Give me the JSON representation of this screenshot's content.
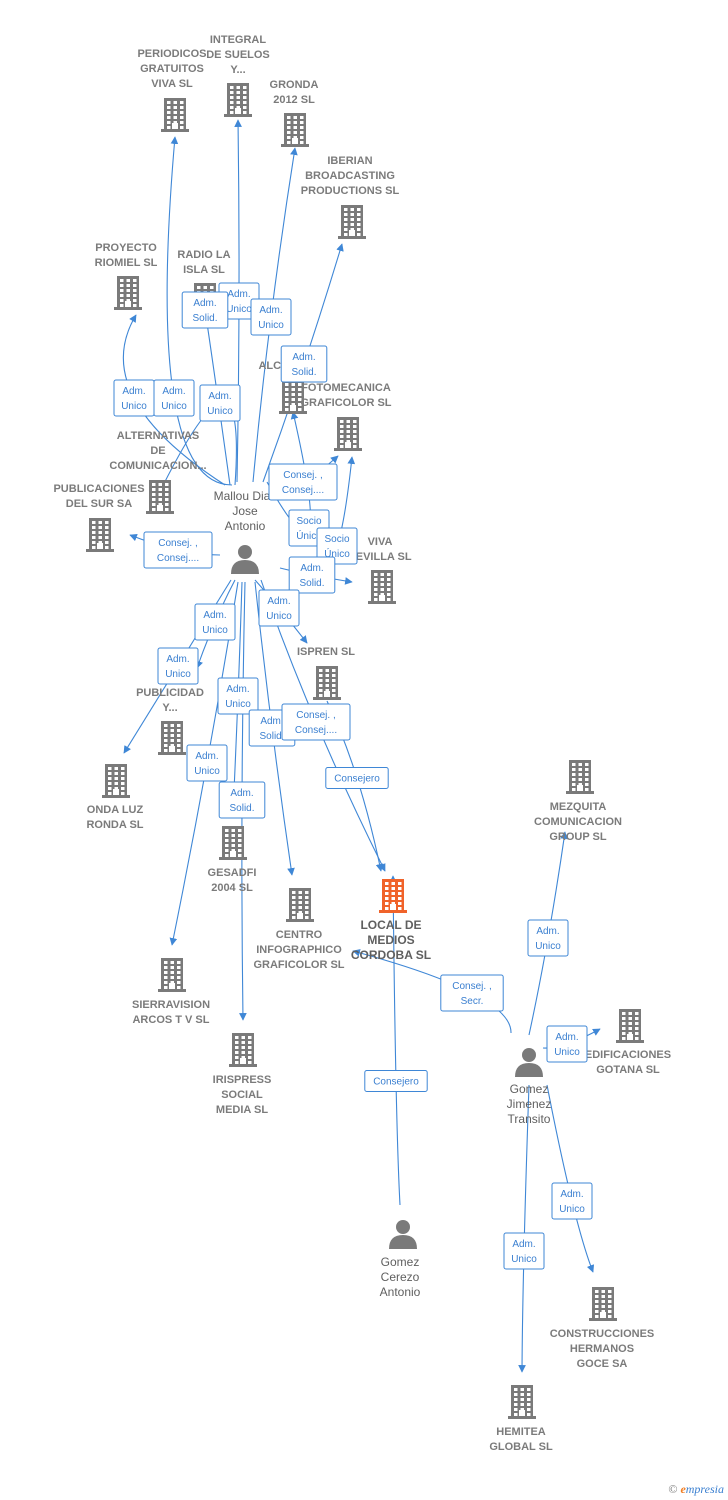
{
  "companies": [
    {
      "id": "periodicos",
      "lines": [
        "PERIODICOS",
        "GRATUITOS",
        "VIVA SL"
      ]
    },
    {
      "id": "integral",
      "lines": [
        "INTEGRAL",
        "DE SUELOS",
        "Y..."
      ]
    },
    {
      "id": "gronda",
      "lines": [
        "GRONDA",
        "2012 SL"
      ]
    },
    {
      "id": "iberian",
      "lines": [
        "IBERIAN",
        "BROADCASTING",
        "PRODUCTIONS SL"
      ]
    },
    {
      "id": "proyecto",
      "lines": [
        "PROYECTO",
        "RIOMIEL SL"
      ]
    },
    {
      "id": "radio",
      "lines": [
        "RADIO LA",
        "ISLA  SL"
      ]
    },
    {
      "id": "alce",
      "lines": [
        "ALCE..."
      ]
    },
    {
      "id": "fotomecanica",
      "lines": [
        "FOTOMECANICA",
        "GRAFICOLOR SL"
      ]
    },
    {
      "id": "alternativas",
      "lines": [
        "ALTERNATIVAS",
        "DE",
        "COMUNICACION..."
      ]
    },
    {
      "id": "publicaciones",
      "lines": [
        "PUBLICACIONES",
        "DEL SUR SA"
      ]
    },
    {
      "id": "viva_sevilla",
      "lines": [
        "VIVA",
        "SEVILLA SL"
      ]
    },
    {
      "id": "ispren",
      "lines": [
        "ISPREN  SL"
      ]
    },
    {
      "id": "t_publicidad",
      "lines": [
        "T...",
        "PUBLICIDAD",
        "Y..."
      ]
    },
    {
      "id": "onda",
      "lines": [
        "ONDA LUZ",
        "RONDA SL"
      ]
    },
    {
      "id": "gesadfi",
      "lines": [
        "GESADFI",
        "2004 SL"
      ]
    },
    {
      "id": "centro",
      "lines": [
        "CENTRO",
        "INFOGRAPHICO",
        "GRAFICOLOR SL"
      ]
    },
    {
      "id": "local",
      "lines": [
        "LOCAL DE",
        "MEDIOS",
        "CORDOBA  SL"
      ]
    },
    {
      "id": "mezquita",
      "lines": [
        "MEZQUITA",
        "COMUNICACION",
        "GROUP  SL"
      ]
    },
    {
      "id": "sierravision",
      "lines": [
        "SIERRAVISION",
        "ARCOS T V SL"
      ]
    },
    {
      "id": "irispress",
      "lines": [
        "IRISPRESS",
        "SOCIAL",
        "MEDIA  SL"
      ]
    },
    {
      "id": "edificaciones",
      "lines": [
        "EDIFICACIONES",
        "GOTANA  SL"
      ]
    },
    {
      "id": "construcciones",
      "lines": [
        "CONSTRUCCIONES",
        "HERMANOS",
        "GOCE SA"
      ]
    },
    {
      "id": "hemitea",
      "lines": [
        "HEMITEA",
        "GLOBAL  SL"
      ]
    }
  ],
  "people": [
    {
      "id": "mallou",
      "lines": [
        "Mallou Diaz",
        "Jose",
        "Antonio"
      ]
    },
    {
      "id": "gomez_jimenez",
      "lines": [
        "Gomez",
        "Jimenez",
        "Transito"
      ]
    },
    {
      "id": "gomez_cerezo",
      "lines": [
        "Gomez",
        "Cerezo",
        "Antonio"
      ]
    }
  ],
  "edges": [
    {
      "from": "mallou",
      "to": "periodicos",
      "label": [
        "Adm.",
        "Unico"
      ]
    },
    {
      "from": "mallou",
      "to": "integral",
      "label": [
        "Adm.",
        "Unico"
      ]
    },
    {
      "from": "mallou",
      "to": "gronda",
      "label": [
        "Adm.",
        "Unico"
      ]
    },
    {
      "from": "mallou",
      "to": "iberian",
      "label": [
        "Adm.",
        "Solid."
      ]
    },
    {
      "from": "mallou",
      "to": "proyecto",
      "label": [
        "Adm.",
        "Unico"
      ]
    },
    {
      "from": "mallou",
      "to": "radio",
      "label": [
        "Adm.",
        "Solid."
      ]
    },
    {
      "from": "mallou",
      "to": "fotomecanica",
      "label": [
        "Consej. ,",
        "Consej...."
      ]
    },
    {
      "from": "mallou",
      "to": "alce",
      "label": [
        "Socio",
        "Único"
      ]
    },
    {
      "from": "mallou",
      "to": "viva_sevilla",
      "label": [
        "Socio",
        "Único"
      ]
    },
    {
      "from": "mallou",
      "to": "alternativas",
      "label": [
        "Adm.",
        "Unico"
      ]
    },
    {
      "from": "mallou",
      "to": "publicaciones",
      "label": [
        "Consej. ,",
        "Consej...."
      ]
    },
    {
      "from": "mallou",
      "to": "viva_sevilla",
      "label": [
        "Adm.",
        "Solid."
      ]
    },
    {
      "from": "mallou",
      "to": "ispren",
      "label": [
        "Adm.",
        "Unico"
      ]
    },
    {
      "from": "mallou",
      "to": "t_publicidad",
      "label": [
        "Adm.",
        "Unico"
      ]
    },
    {
      "from": "mallou",
      "to": "onda",
      "label": [
        "Adm.",
        "Unico"
      ]
    },
    {
      "from": "mallou",
      "to": "gesadfi",
      "label": [
        "Adm.",
        "Unico"
      ]
    },
    {
      "from": "mallou",
      "to": "centro",
      "label": [
        "Adm.",
        "Solid."
      ]
    },
    {
      "from": "mallou",
      "to": "local",
      "label": [
        "Consej. ,",
        "Consej...."
      ]
    },
    {
      "from": "mallou",
      "to": "sierravision",
      "label": [
        "Adm.",
        "Unico"
      ]
    },
    {
      "from": "mallou",
      "to": "irispress",
      "label": [
        "Adm.",
        "Solid."
      ]
    },
    {
      "from": "ispren",
      "to": "local",
      "label": [
        "Consejero"
      ]
    },
    {
      "from": "gomez_jimenez",
      "to": "local",
      "label": [
        "Consej. ,",
        "Secr."
      ]
    },
    {
      "from": "gomez_jimenez",
      "to": "mezquita",
      "label": [
        "Adm.",
        "Unico"
      ]
    },
    {
      "from": "gomez_jimenez",
      "to": "edificaciones",
      "label": [
        "Adm.",
        "Unico"
      ]
    },
    {
      "from": "gomez_jimenez",
      "to": "construcciones",
      "label": [
        "Adm.",
        "Unico"
      ]
    },
    {
      "from": "gomez_jimenez",
      "to": "hemitea",
      "label": [
        "Adm.",
        "Unico"
      ]
    },
    {
      "from": "gomez_cerezo",
      "to": "local",
      "label": [
        "Consejero"
      ]
    }
  ],
  "colors": {
    "edge": "#3f87d6",
    "building": "#7a7a7a",
    "highlight": "#f0632a",
    "person": "#7a7a7a"
  },
  "watermark": {
    "symbol": "©",
    "brand_initial": "e",
    "brand_rest": "mpresia"
  }
}
